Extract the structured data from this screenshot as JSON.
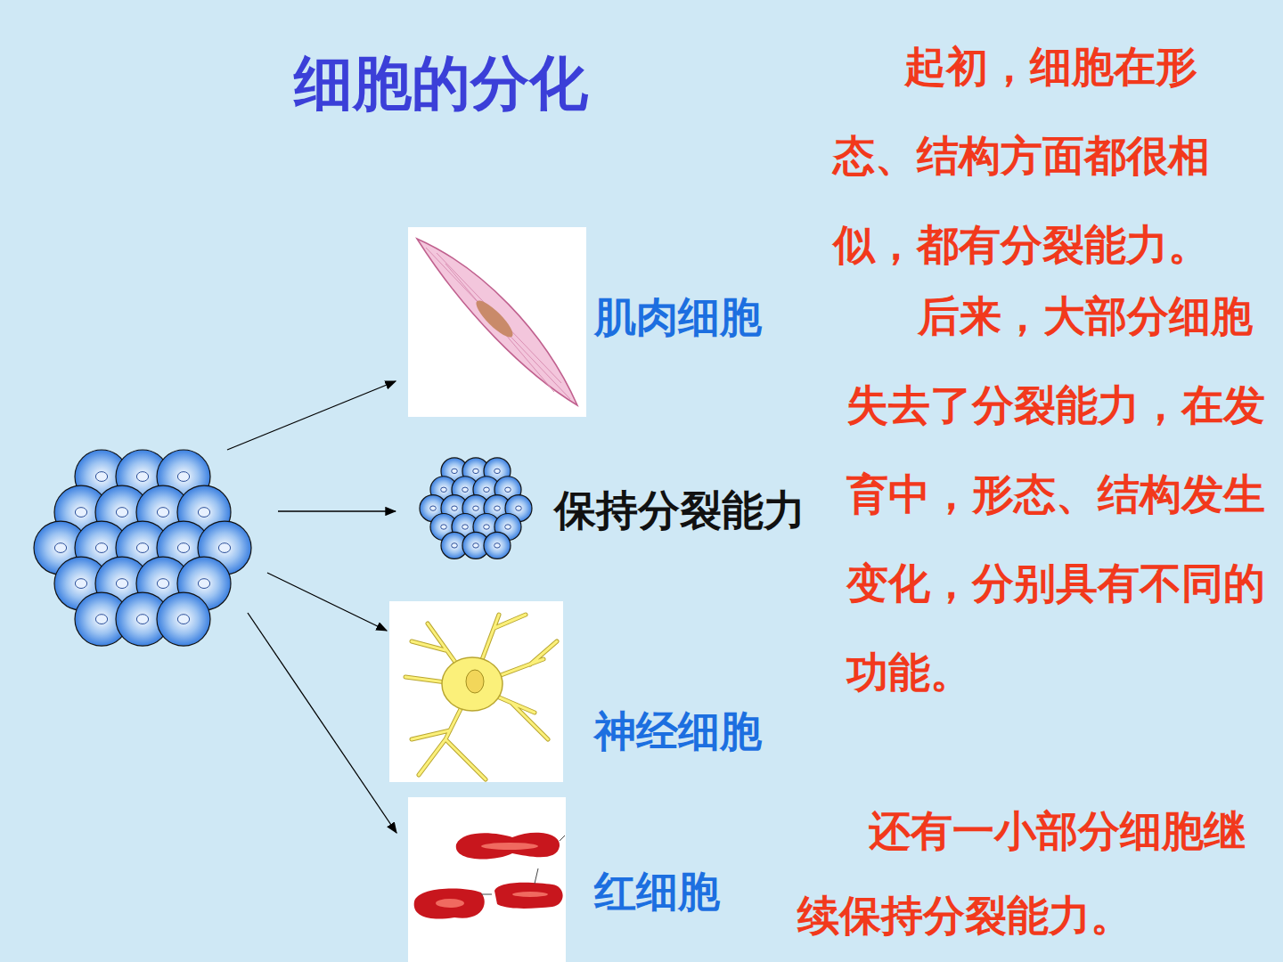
{
  "diagram": {
    "title": "细胞的分化",
    "labels": [
      "起初，细胞在形态、结构方面都很相似，都有分裂能力。",
      "肌肉细胞",
      "后来，大部分细胞失去了分裂能力，在发育中，形态、结构发生变化，分别具有不同的功能。",
      "保持分裂能力",
      "神经细胞",
      "还有一小部分细胞继续保持分裂能力。",
      "红细胞"
    ]
  }
}
